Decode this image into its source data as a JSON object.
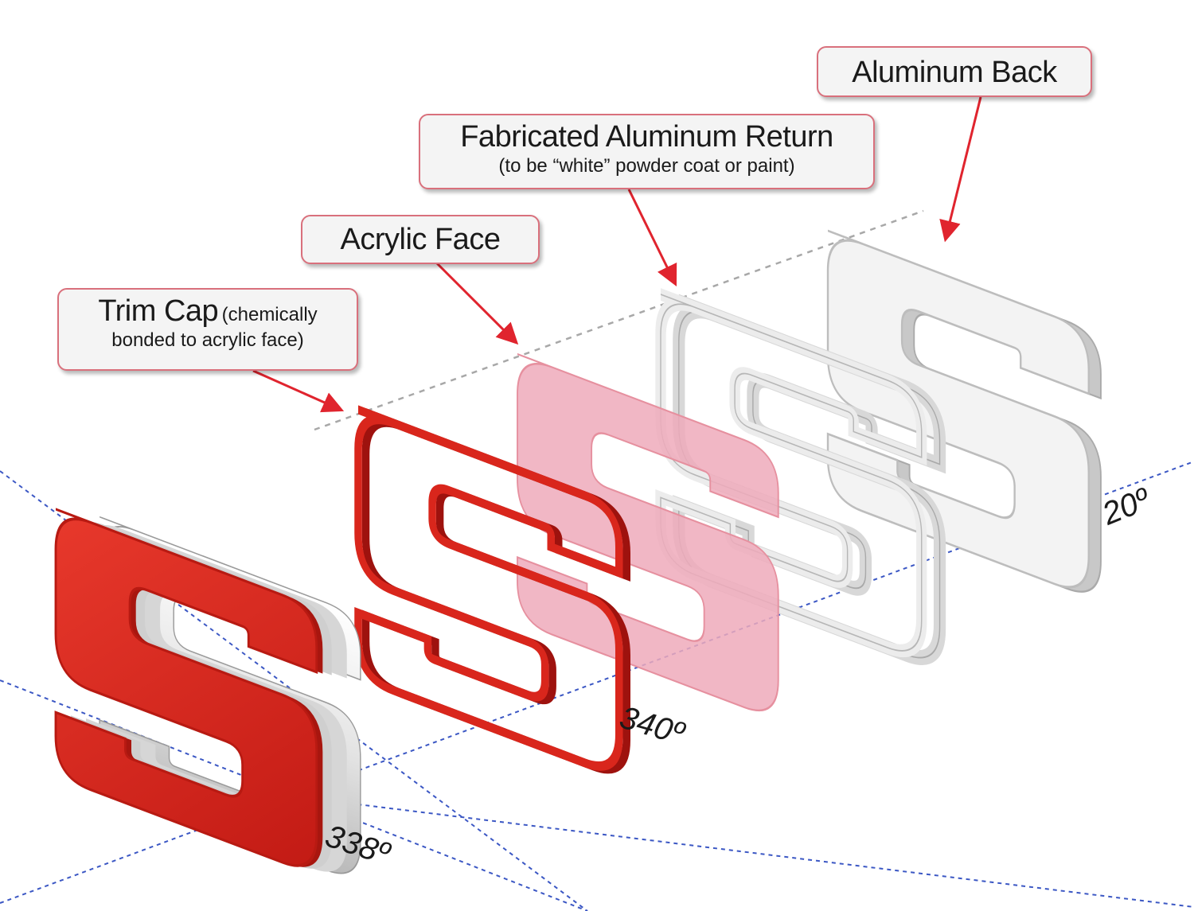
{
  "callouts": {
    "aluminum_back": {
      "title": "Aluminum Back"
    },
    "fabricated_return": {
      "title": "Fabricated Aluminum Return",
      "note": "(to be “white” powder coat or paint)"
    },
    "acrylic_face": {
      "title": "Acrylic Face"
    },
    "trim_cap": {
      "title": "Trim Cap",
      "note_inline": "(chemically",
      "note_line2": "bonded to acrylic face)"
    }
  },
  "angles": {
    "a20": "20º",
    "a340": "340º",
    "a338": "338º"
  },
  "colors": {
    "trim_red": "#d9261c",
    "acrylic_pink": "#eeaabb",
    "callout_border": "#d9707c",
    "arrow_red": "#e0242e",
    "guide_blue": "#3b57c4",
    "guide_gray": "#a8a8a8",
    "aluminum": "#e8e8e8"
  }
}
